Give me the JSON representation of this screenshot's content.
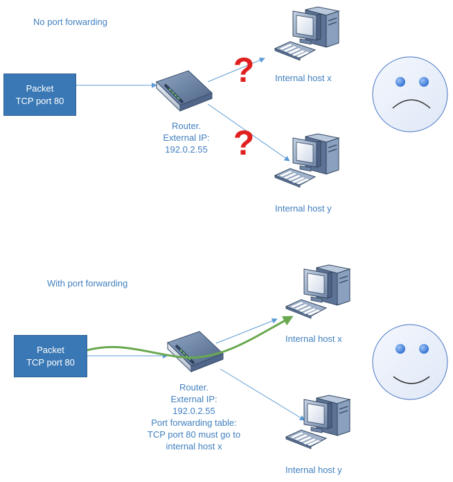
{
  "colors": {
    "accent_text": "#3f7fbf",
    "packet_fill": "#3a78b5",
    "arrow_line": "#5b9bd5",
    "success_arrow": "#6aa84f",
    "question_mark": "#e02020",
    "face_fill": "#e8eefa",
    "face_stroke": "#4472c4",
    "eye": "#4a86e8"
  },
  "top": {
    "title": "No port forwarding",
    "packet": {
      "line1": "Packet",
      "line2": "TCP port 80"
    },
    "router": {
      "line1": "Router.",
      "line2": "External IP:",
      "line3": "192.0.2.55"
    },
    "host_x": "Internal host x",
    "host_y": "Internal host y",
    "question_marks": [
      "?",
      "?"
    ],
    "face": "sad"
  },
  "bottom": {
    "title": "With port forwarding",
    "packet": {
      "line1": "Packet",
      "line2": "TCP port 80"
    },
    "router": {
      "line1": "Router.",
      "line2": "External IP:",
      "line3": "192.0.2.55",
      "line4": "Port forwarding table:",
      "line5": "TCP port 80 must go to",
      "line6": "internal host x"
    },
    "host_x": "Internal host x",
    "host_y": "Internal host y",
    "face": "happy"
  }
}
